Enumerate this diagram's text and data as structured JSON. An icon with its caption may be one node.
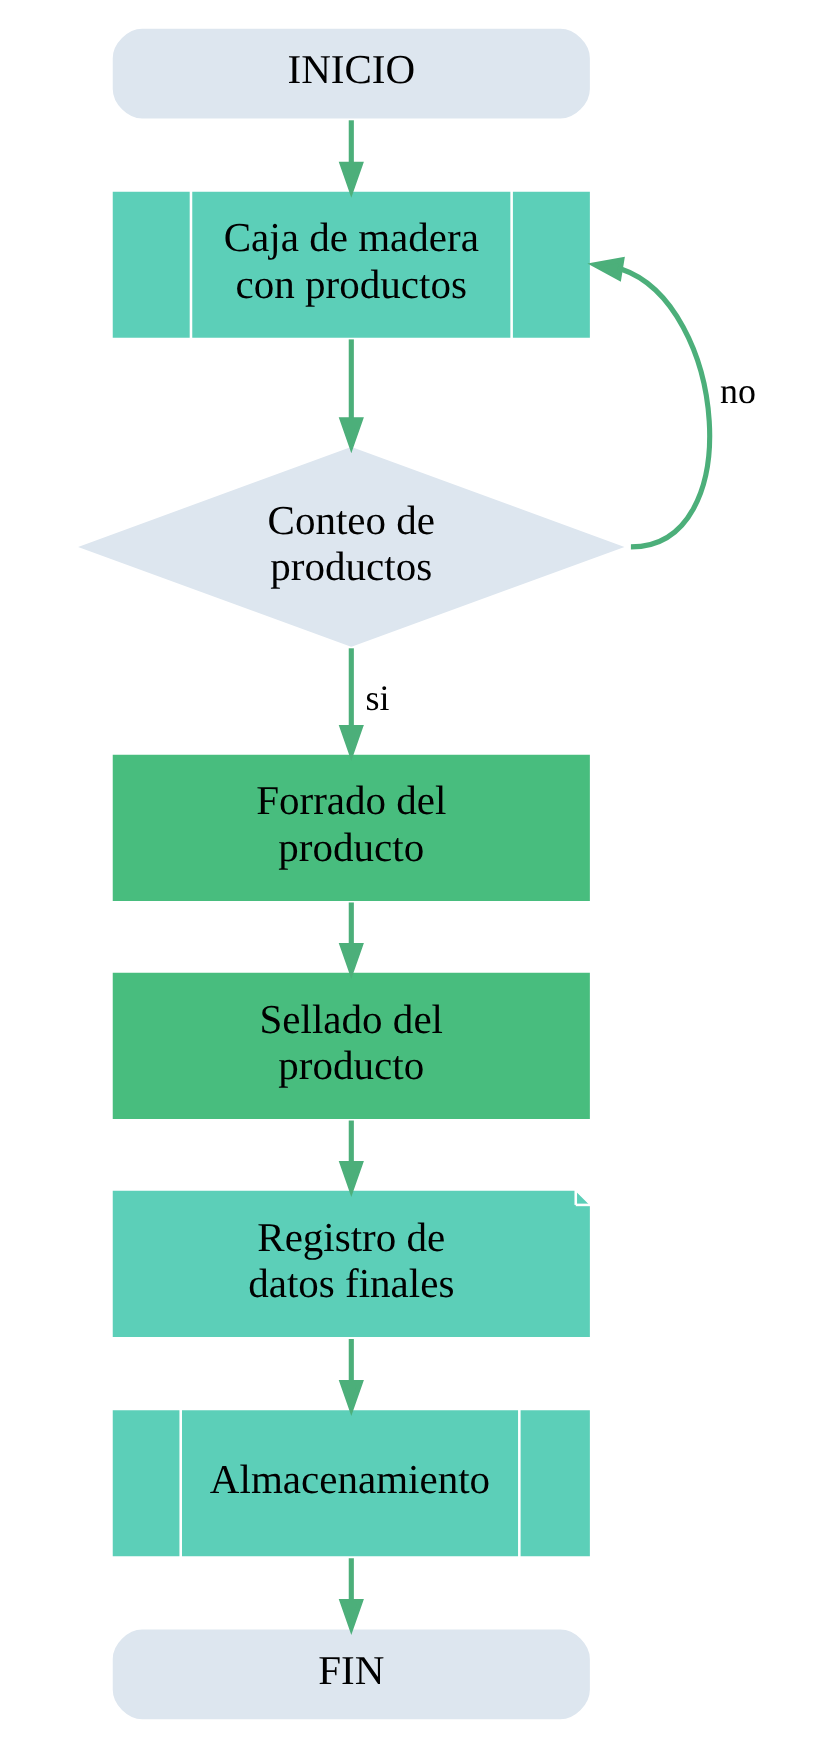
{
  "diagram": {
    "nodes": [
      {
        "text": [
          "INICIO"
        ]
      },
      {
        "text": [
          "Caja de madera con productos"
        ]
      },
      {
        "text": [
          "Conteo de productos"
        ]
      },
      {
        "text": [
          "Forrado del producto"
        ]
      },
      {
        "text": [
          "Sellado del producto"
        ]
      },
      {
        "text": [
          "Registro de datos finales"
        ]
      },
      {
        "text": [
          "Almacenamiento"
        ]
      },
      {
        "text": [
          "FIN"
        ]
      }
    ],
    "edges": [
      {
        "from": 0,
        "to": 1,
        "arrow": "to"
      },
      {
        "from": 1,
        "to": 2,
        "arrow": "to"
      },
      {
        "from": 2,
        "to": 1,
        "arrow": "to",
        "label": "no"
      },
      {
        "from": 2,
        "to": 3,
        "arrow": "to",
        "label": "si"
      },
      {
        "from": 3,
        "to": 4,
        "arrow": "to"
      },
      {
        "from": 4,
        "to": 5,
        "arrow": "to"
      },
      {
        "from": 5,
        "to": 6,
        "arrow": "to"
      },
      {
        "from": 6,
        "to": 7,
        "arrow": "to"
      }
    ]
  }
}
